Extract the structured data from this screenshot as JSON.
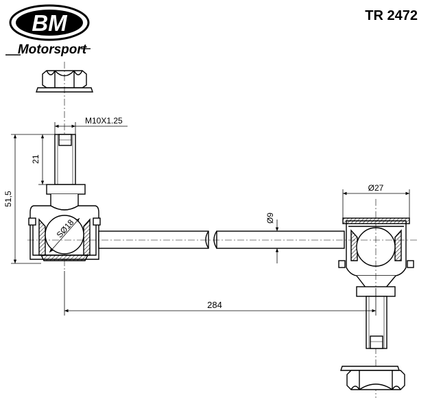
{
  "header": {
    "logo_text": "BM",
    "brand_text": "Motorsport",
    "part_number": "TR 2472"
  },
  "dimensions": {
    "thread": "M10X1.25",
    "stud_length": "21",
    "height": "51,5",
    "ball": "SØ18",
    "bar_diameter": "Ø9",
    "cup_diameter": "Ø27",
    "length": "284"
  },
  "colors": {
    "line": "#000000",
    "background": "#ffffff"
  }
}
